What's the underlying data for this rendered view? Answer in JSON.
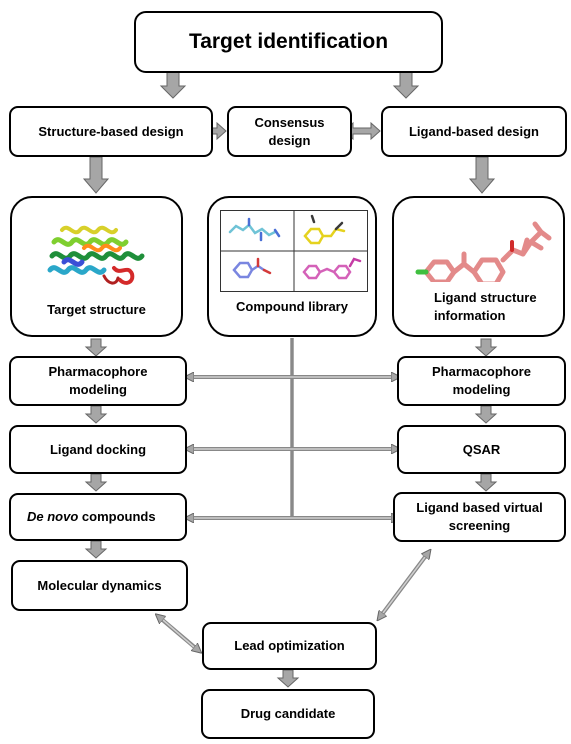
{
  "title": "Target identification",
  "structure_based": "Structure-based design",
  "consensus": "Consensus design",
  "ligand_based": "Ligand-based design",
  "target_structure": "Target structure",
  "compound_library": "Compound library",
  "ligand_structure_info": "Ligand structure information",
  "left_steps": {
    "pharmacophore": "Pharmacophore modeling",
    "docking": "Ligand docking",
    "denovo_italic": "De novo",
    "denovo_rest": " compounds",
    "md": "Molecular dynamics"
  },
  "right_steps": {
    "pharmacophore": "Pharmacophore modeling",
    "qsar": "QSAR",
    "lbvs": "Ligand based virtual screening"
  },
  "lead_optimization": "Lead optimization",
  "drug_candidate": "Drug candidate",
  "colors": {
    "arrow_fill": "#a6a6a6",
    "arrow_stroke": "#666666",
    "border": "#000000"
  },
  "icons": [
    "protein-ribbon-icon",
    "molecule-grid-icon",
    "ligand-stick-icon"
  ]
}
